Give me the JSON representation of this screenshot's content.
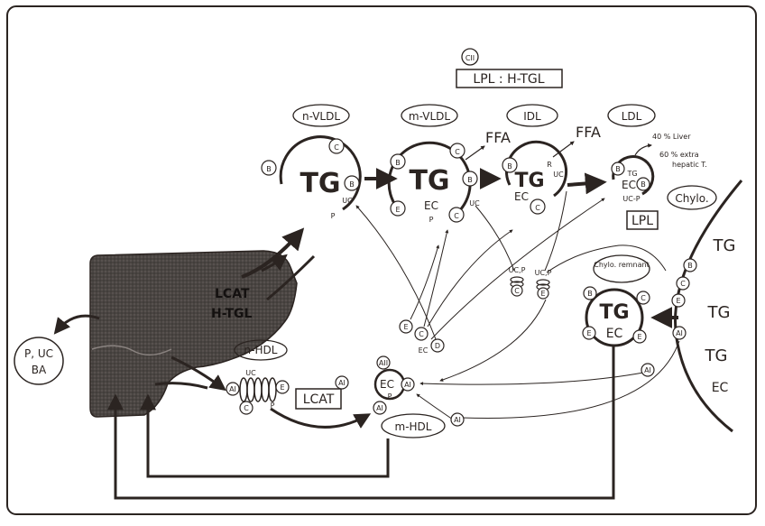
{
  "colors": {
    "ink": "#2b2421",
    "liver_fill": "#4a4542",
    "background": "#ffffff"
  },
  "enzymes": {
    "cofactor": "CII",
    "lpl_htgl": "LPL : H-TGL",
    "lpl": "LPL",
    "lcat": "LCAT",
    "liver_lcat": "LCAT",
    "liver_htgl": "H-TGL"
  },
  "particles": {
    "nvldl": {
      "name": "n-VLDL",
      "core": "TG",
      "b": "B",
      "c": "C",
      "uc": "UC",
      "p": "P"
    },
    "mvldl": {
      "name": "m-VLDL",
      "core": "TG",
      "ec": "EC",
      "b1": "B",
      "b2": "B",
      "c1": "C",
      "c2": "C",
      "e": "E",
      "p": "P",
      "uc": "UC"
    },
    "idl": {
      "name": "IDL",
      "core": "TG",
      "ec": "EC",
      "b": "B",
      "c": "C",
      "r": "R",
      "uc": "UC"
    },
    "ldl": {
      "name": "LDL",
      "core_tg": "TG",
      "core_ec": "EC",
      "b1": "B",
      "b2": "B",
      "ucp": "UC-P"
    },
    "chylo": {
      "name": "Chylo.",
      "tg1": "TG",
      "tg2": "TG",
      "tg3": "TG",
      "ec": "EC",
      "b": "B",
      "c": "C",
      "e": "E",
      "a1": "AI"
    },
    "remnant": {
      "name": "Chylo. remnant",
      "core_tg": "TG",
      "core_ec": "EC",
      "b": "B",
      "c": "C",
      "e1": "E",
      "e2": "E"
    },
    "nhdl": {
      "name": "n-HDL",
      "a1": "AI",
      "e": "E",
      "c": "C",
      "uc": "UC",
      "p": "P"
    },
    "mhdl": {
      "name": "m-HDL",
      "ec": "EC",
      "p": "P",
      "a1": "AI",
      "a2": "AII",
      "a1b": "AI",
      "a1_free": "AI"
    }
  },
  "products": {
    "ffa1": "FFA",
    "ffa2": "FFA"
  },
  "ldl_fate": {
    "liver": "40 % Liver",
    "extra": "60 % extra",
    "extra2": "hepatic T."
  },
  "bile": {
    "line1": "P, UC",
    "line2": "BA"
  },
  "free_apos": {
    "e": "E",
    "c": "C",
    "ec": "EC",
    "d": "D",
    "a1_right": "AI",
    "a1_lower": "AI"
  },
  "ucp_discs": {
    "left_label": "UC,P",
    "left_apo": "C",
    "right_label": "UC,P",
    "right_apo": "E"
  }
}
